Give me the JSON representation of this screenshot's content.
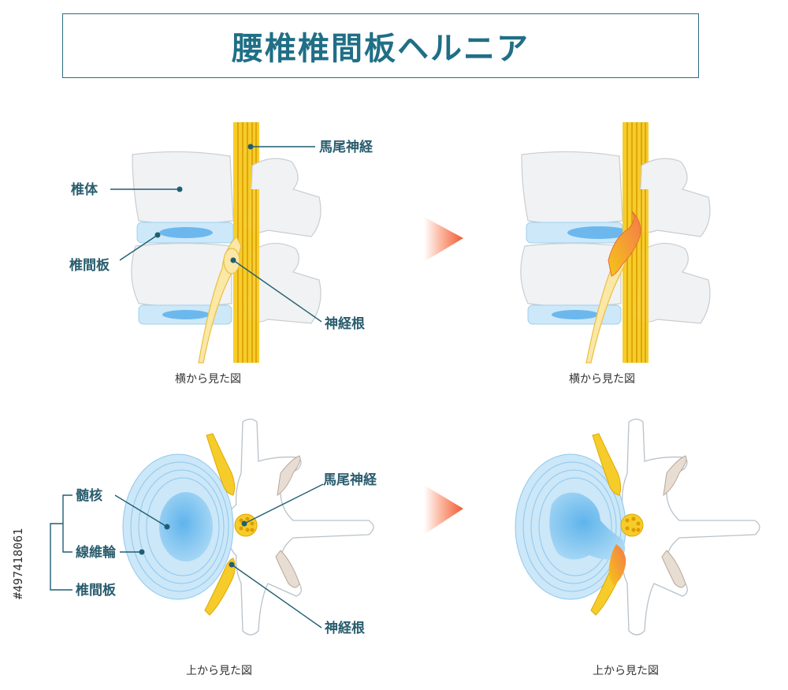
{
  "title": "腰椎椎間板ヘルニア",
  "labels": {
    "cauda_equina": "馬尾神経",
    "vertebral_body": "椎体",
    "disc": "椎間板",
    "nerve_root": "神経根",
    "nucleus": "髄核",
    "annulus": "線維輪"
  },
  "captions": {
    "side_view": "横から見た図",
    "top_view": "上から見た図"
  },
  "stock_id": "#497418061",
  "colors": {
    "accent": "#1f6f86",
    "bone": "#f1f2f3",
    "disc_blue": "#bfe3f7",
    "nerve_yellow": "#f5c518",
    "herniation": "#f47a4a"
  }
}
